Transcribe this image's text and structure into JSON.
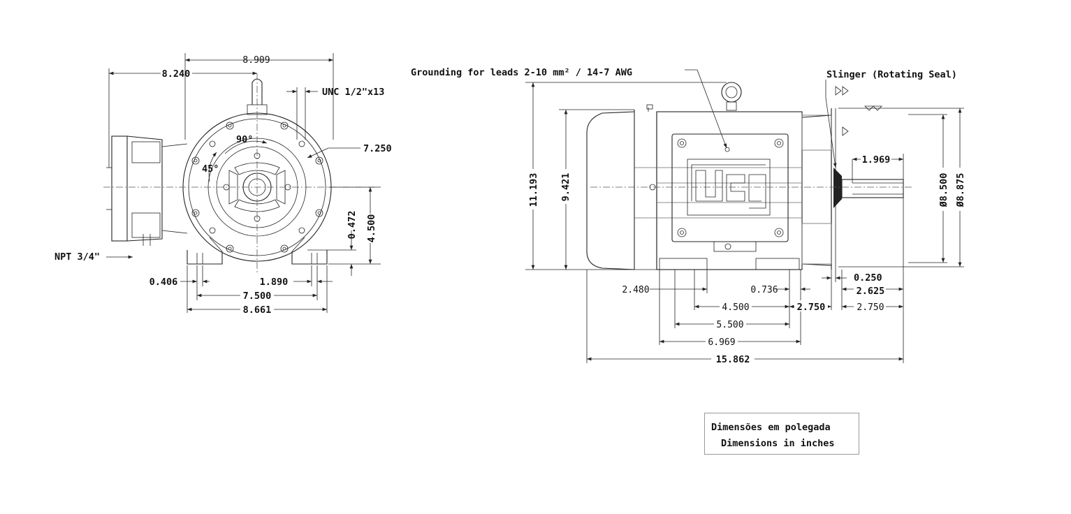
{
  "front_view": {
    "labels": {
      "d_8909": "8.909",
      "d_8240": "8.240",
      "unc": "UNC 1/2\"x13",
      "d_7250": "7.250",
      "a_90": "90°",
      "a_45": "45°",
      "d_0472": "0.472",
      "d_4500": "4.500",
      "npt": "NPT 3/4\"",
      "d_0406": "0.406",
      "d_1890": "1.890",
      "d_7500": "7.500",
      "d_8661": "8.661"
    }
  },
  "side_view": {
    "labels": {
      "grounding": "Grounding for leads 2-10 mm² / 14-7 AWG",
      "slinger": "Slinger (Rotating Seal)",
      "d_11193": "11.193",
      "d_9421": "9.421",
      "d_1969": "1.969",
      "d_8500": "Ø8.500",
      "d_8875": "Ø8.875",
      "d_0250": "0.250",
      "d_2480": "2.480",
      "d_0736": "0.736",
      "d_2625": "2.625",
      "d_4500": "4.500",
      "d_2750a": "2.750",
      "d_2750b": "2.750",
      "d_5500": "5.500",
      "d_6969": "6.969",
      "d_15862": "15.862"
    }
  },
  "legend": {
    "line1": "Dimensões em polegada",
    "line2": "Dimensions in inches"
  }
}
